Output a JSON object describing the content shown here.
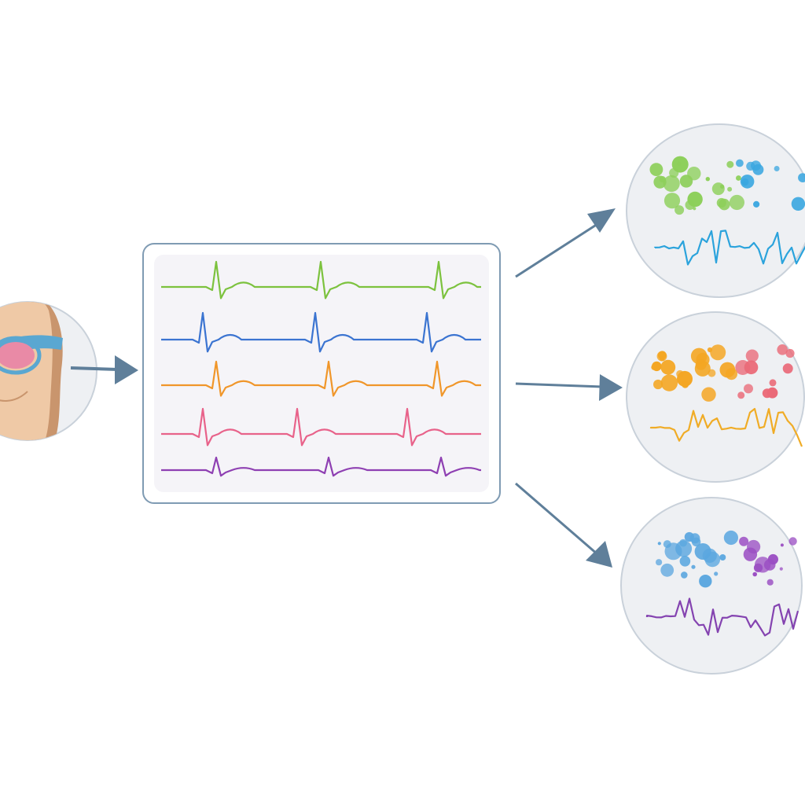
{
  "colors": {
    "background": "#ffffff",
    "arrow": "#5f7f9a",
    "panel_border": "#7f9bb3",
    "panel_inner": "#f5f4f8",
    "bubble_fill": "#eef0f3",
    "bubble_stroke": "#c9d1da",
    "skin": "#efc9a6",
    "skin_shadow": "#c9956d",
    "band": "#5aa7d1",
    "sensor": "#e98aa6"
  },
  "icons": {
    "source": "body-sensor-icon",
    "arrows": "arrow-right-icon"
  },
  "signals": [
    {
      "name": "signal-green",
      "color": "#7cc23e"
    },
    {
      "name": "signal-blue",
      "color": "#3b74d1"
    },
    {
      "name": "signal-orange",
      "color": "#f0962a"
    },
    {
      "name": "signal-pink",
      "color": "#e8628a"
    },
    {
      "name": "signal-purple",
      "color": "#8e3fb2"
    }
  ],
  "outputs": [
    {
      "name": "output-green-blue",
      "dot_colors": [
        "#8dcf5a",
        "#3aa7e0"
      ],
      "wave_color": "#2ba3dc"
    },
    {
      "name": "output-orange-red",
      "dot_colors": [
        "#f4a623",
        "#ea6a78"
      ],
      "wave_color": "#f0ac26"
    },
    {
      "name": "output-blue-purple",
      "dot_colors": [
        "#5aa6df",
        "#9b4fc3"
      ],
      "wave_color": "#8443b0"
    }
  ]
}
